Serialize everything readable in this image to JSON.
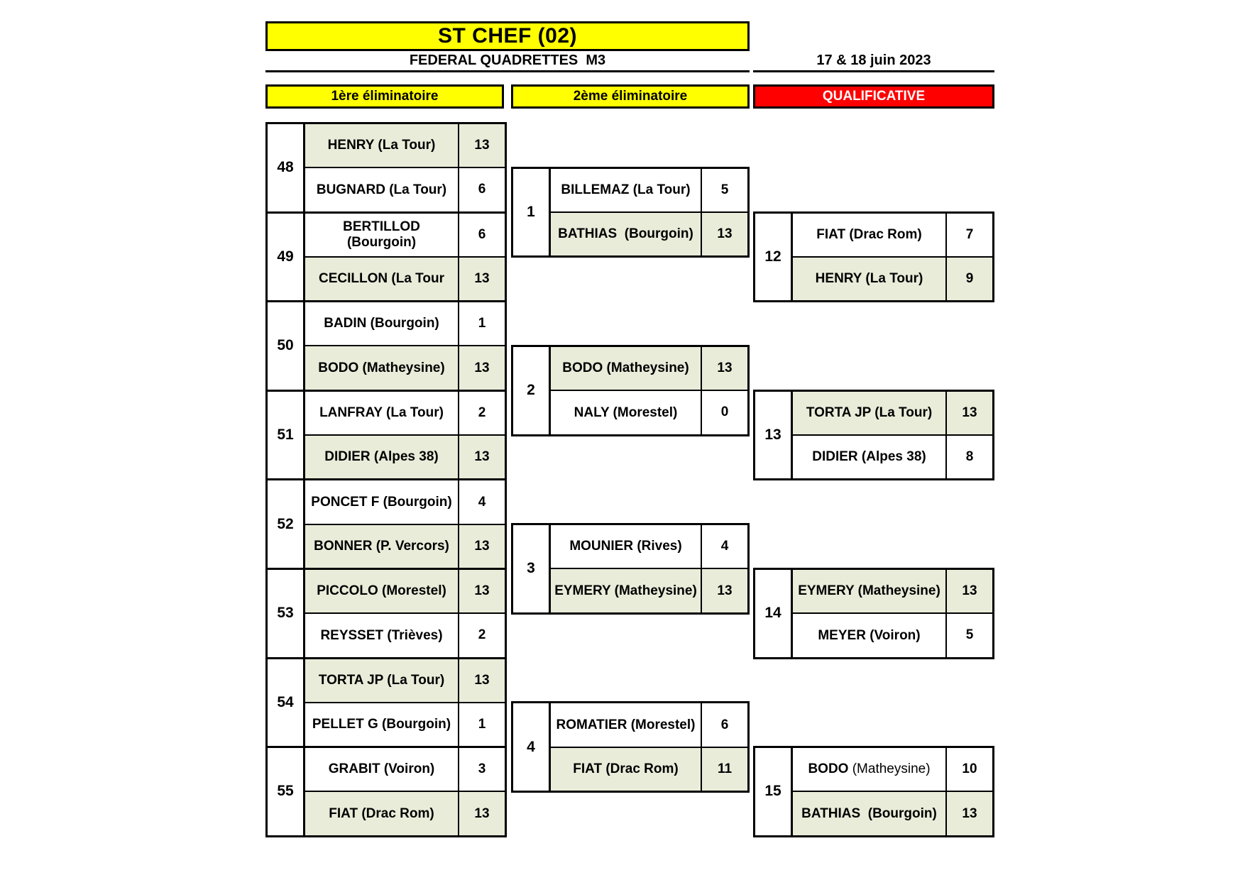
{
  "header": {
    "title": "ST CHEF (02)",
    "subtitle": "FEDERAL QUADRETTES  M3",
    "date": "17 & 18 juin 2023"
  },
  "columns": [
    {
      "label": "1ère éliminatoire",
      "bg": "header_yellow"
    },
    {
      "label": "2ème éliminatoire",
      "bg": "header_yellow"
    },
    {
      "label": "QUALIFICATIVE",
      "bg": "qualif_red"
    }
  ],
  "colors": {
    "header_yellow": "#FFFF00",
    "qualif_red": "#FF0000",
    "winner_bg": "#E9ECD9",
    "border": "#000000"
  },
  "rounds": [
    {
      "name": "1ere-eliminatoire",
      "matches": [
        {
          "number": "48",
          "teams": [
            {
              "name": "HENRY (La Tour)",
              "score": "13",
              "winner": true
            },
            {
              "name": "BUGNARD (La Tour)",
              "score": "6",
              "winner": false
            }
          ]
        },
        {
          "number": "49",
          "teams": [
            {
              "name": "BERTILLOD\n(Bourgoin)",
              "score": "6",
              "winner": false
            },
            {
              "name": "CECILLON (La Tour",
              "score": "13",
              "winner": true
            }
          ]
        },
        {
          "number": "50",
          "teams": [
            {
              "name": "BADIN (Bourgoin)",
              "score": "1",
              "winner": false
            },
            {
              "name": "BODO (Matheysine)",
              "score": "13",
              "winner": true
            }
          ]
        },
        {
          "number": "51",
          "teams": [
            {
              "name": "LANFRAY (La Tour)",
              "score": "2",
              "winner": false
            },
            {
              "name": "DIDIER (Alpes 38)",
              "score": "13",
              "winner": true
            }
          ]
        },
        {
          "number": "52",
          "teams": [
            {
              "name": "PONCET F (Bourgoin)",
              "score": "4",
              "winner": false
            },
            {
              "name": "BONNER (P. Vercors)",
              "score": "13",
              "winner": true
            }
          ]
        },
        {
          "number": "53",
          "teams": [
            {
              "name": "PICCOLO (Morestel)",
              "score": "13",
              "winner": true
            },
            {
              "name": "REYSSET (Trièves)",
              "score": "2",
              "winner": false
            }
          ]
        },
        {
          "number": "54",
          "teams": [
            {
              "name": "TORTA JP (La Tour)",
              "score": "13",
              "winner": true
            },
            {
              "name": "PELLET G (Bourgoin)",
              "score": "1",
              "winner": false
            }
          ]
        },
        {
          "number": "55",
          "teams": [
            {
              "name": "GRABIT (Voiron)",
              "score": "3",
              "winner": false
            },
            {
              "name": "FIAT (Drac Rom)",
              "score": "13",
              "winner": true
            }
          ]
        }
      ]
    },
    {
      "name": "2eme-eliminatoire",
      "matches": [
        {
          "number": "1",
          "teams": [
            {
              "name": "BILLEMAZ (La Tour)",
              "score": "5",
              "winner": false
            },
            {
              "name": "BATHIAS  (Bourgoin)",
              "score": "13",
              "winner": true
            }
          ]
        },
        {
          "number": "2",
          "teams": [
            {
              "name": "BODO (Matheysine)",
              "score": "13",
              "winner": true
            },
            {
              "name": "NALY (Morestel)",
              "score": "0",
              "winner": false
            }
          ]
        },
        {
          "number": "3",
          "teams": [
            {
              "name": "MOUNIER (Rives)",
              "score": "4",
              "winner": false
            },
            {
              "name": "EYMERY (Matheysine)",
              "score": "13",
              "winner": true
            }
          ]
        },
        {
          "number": "4",
          "teams": [
            {
              "name": "ROMATIER (Morestel)",
              "score": "6",
              "winner": false
            },
            {
              "name": "FIAT (Drac Rom)",
              "score": "11",
              "winner": true
            }
          ]
        }
      ]
    },
    {
      "name": "qualificative",
      "matches": [
        {
          "number": "12",
          "teams": [
            {
              "name": "FIAT (Drac Rom)",
              "score": "7",
              "winner": false
            },
            {
              "name": "HENRY (La Tour)",
              "score": "9",
              "winner": true
            }
          ]
        },
        {
          "number": "13",
          "teams": [
            {
              "name": "TORTA JP (La Tour)",
              "score": "13",
              "winner": true
            },
            {
              "name": "DIDIER (Alpes 38)",
              "score": "8",
              "winner": false
            }
          ]
        },
        {
          "number": "14",
          "teams": [
            {
              "name": "EYMERY (Matheysine)",
              "score": "13",
              "winner": true
            },
            {
              "name": "MEYER (Voiron)",
              "score": "5",
              "winner": false
            }
          ]
        },
        {
          "number": "15",
          "teams": [
            {
              "name": "BODO",
              "name_regular": " (Matheysine)",
              "score": "10",
              "winner": false
            },
            {
              "name": "BATHIAS  (Bourgoin)",
              "score": "13",
              "winner": true
            }
          ]
        }
      ]
    }
  ]
}
